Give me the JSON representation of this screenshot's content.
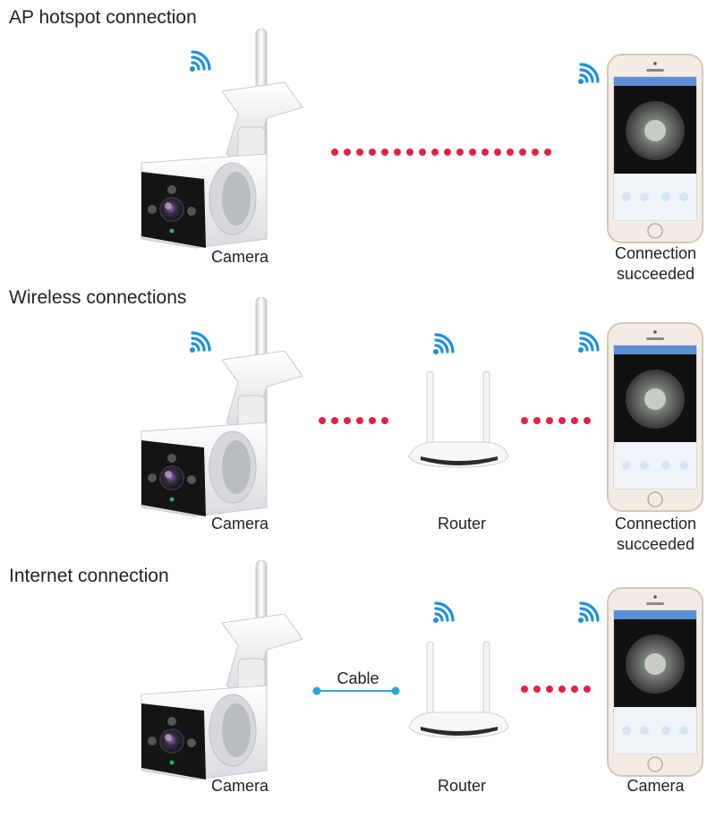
{
  "sections": [
    {
      "title": "AP hotspot connection",
      "camera_label": "Camera",
      "phone_label_1": "Connection",
      "phone_label_2": "succeeded"
    },
    {
      "title": "Wireless connections",
      "camera_label": "Camera",
      "router_label": "Router",
      "phone_label_1": "Connection",
      "phone_label_2": "succeeded"
    },
    {
      "title": "Internet connection",
      "camera_label": "Camera",
      "cable_label": "Cable",
      "router_label": "Router",
      "phone_label_1": "Camera"
    }
  ],
  "colors": {
    "dots": "#e5204a",
    "wifi": "#1e90e0",
    "cable": "#2aa6d8"
  },
  "icons": [
    "wifi-icon",
    "camera-icon",
    "router-icon",
    "phone-icon"
  ]
}
